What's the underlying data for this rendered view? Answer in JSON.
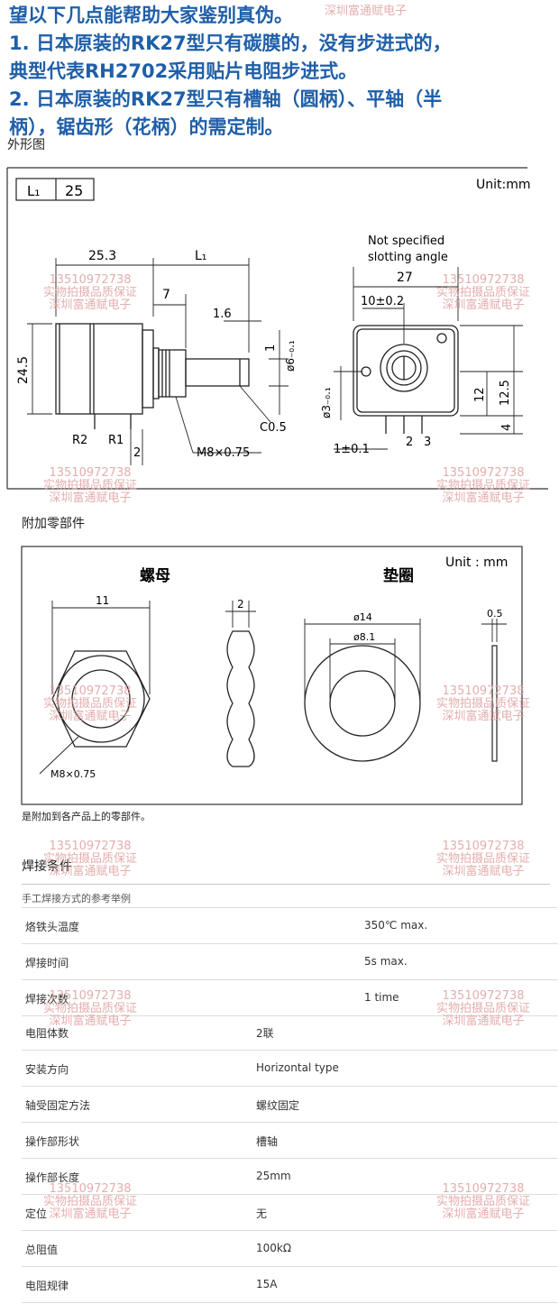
{
  "intro": {
    "line1": "望以下几点能帮助大家鉴别真伪。",
    "line2": "1. 日本原装的RK27型只有碳膜的，没有步进式的，",
    "line3": "典型代表RH2702采用贴片电阻步进式。",
    "line4": "2. 日本原装的RK27型只有槽轴（圆柄）、平轴（半",
    "line5": "柄），锯齿形（花柄）的需定制。"
  },
  "outline": {
    "section_label": "外形图",
    "l1_label": "L₁",
    "l1_value": "25",
    "unit": "Unit:mm",
    "slotting_note_1": "Not specified",
    "slotting_note_2": "slotting angle",
    "dims": {
      "body_len": "25.3",
      "l1": "L₁",
      "d7": "7",
      "d1_6": "1.6",
      "d_phi6": "ø6₋₀.₁",
      "d1": "1",
      "d24_5": "24.5",
      "c05": "C0.5",
      "m8": "M8×0.75",
      "d2": "2",
      "r2": "R2",
      "r1": "R1",
      "d27": "27",
      "d10": "10±0.2",
      "d_phi3": "ø3₋₀.₁",
      "d12": "12",
      "d12_5": "12.5",
      "d4": "4",
      "d1pm": "1±0.1",
      "pin2": "2",
      "pin3": "3"
    }
  },
  "accessories": {
    "section_label": "附加零部件",
    "unit": "Unit : mm",
    "nut_title": "螺母",
    "washer_title": "垫圈",
    "nut_width": "11",
    "nut_thick": "2",
    "nut_thread": "M8×0.75",
    "washer_outer": "ø14",
    "washer_inner": "ø8.1",
    "washer_thick": "0.5",
    "note": "是附加到各产品上的零部件。"
  },
  "watermark": {
    "phone": "13510972738",
    "line2": "实物拍摄品质保证",
    "line3": "深圳富通赋电子",
    "top_partial": "深圳富通赋电子"
  },
  "solder": {
    "title": "焊接条件",
    "subtitle": "手工焊接方式的参考举例",
    "rows": [
      {
        "k": "烙铁头温度",
        "v": "350℃ max."
      },
      {
        "k": "焊接时间",
        "v": "5s max."
      },
      {
        "k": "焊接次数",
        "v": "1 time"
      }
    ]
  },
  "specs": {
    "rows": [
      {
        "k": "电阻体数",
        "v": "2联"
      },
      {
        "k": "安装方向",
        "v": "Horizontal type"
      },
      {
        "k": "轴受固定方法",
        "v": "螺纹固定"
      },
      {
        "k": "操作部形状",
        "v": "槽轴"
      },
      {
        "k": "操作部长度",
        "v": "25mm"
      },
      {
        "k": "定位",
        "v": "无"
      },
      {
        "k": "总阻值",
        "v": "100kΩ"
      },
      {
        "k": "电阻规律",
        "v": "15A"
      }
    ]
  }
}
